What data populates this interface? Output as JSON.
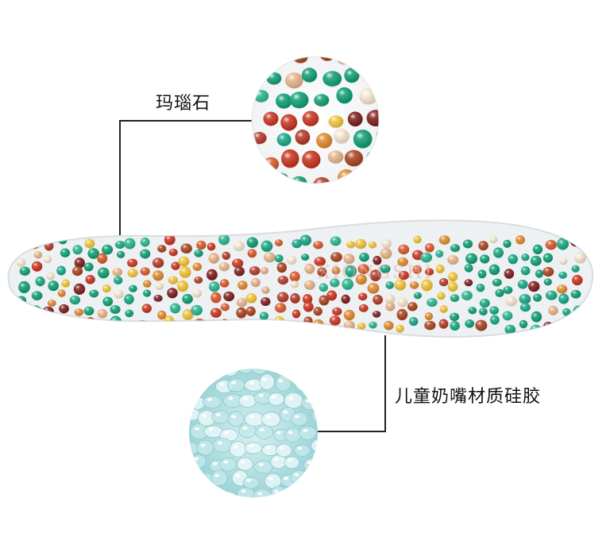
{
  "labels": {
    "agate": "玛瑙石",
    "silicone": "儿童奶嘴材质硅胶"
  },
  "watermark": "XIONGSHI",
  "colors": {
    "connector_line": "#222222",
    "insole_base": "#eef1f3",
    "insole_edge": "#d7dde2",
    "silicone_tint": "#a9dcde"
  },
  "scene": {
    "subject": "insole with agate stones",
    "callouts": [
      "agate-closeup",
      "silicone-closeup"
    ]
  }
}
